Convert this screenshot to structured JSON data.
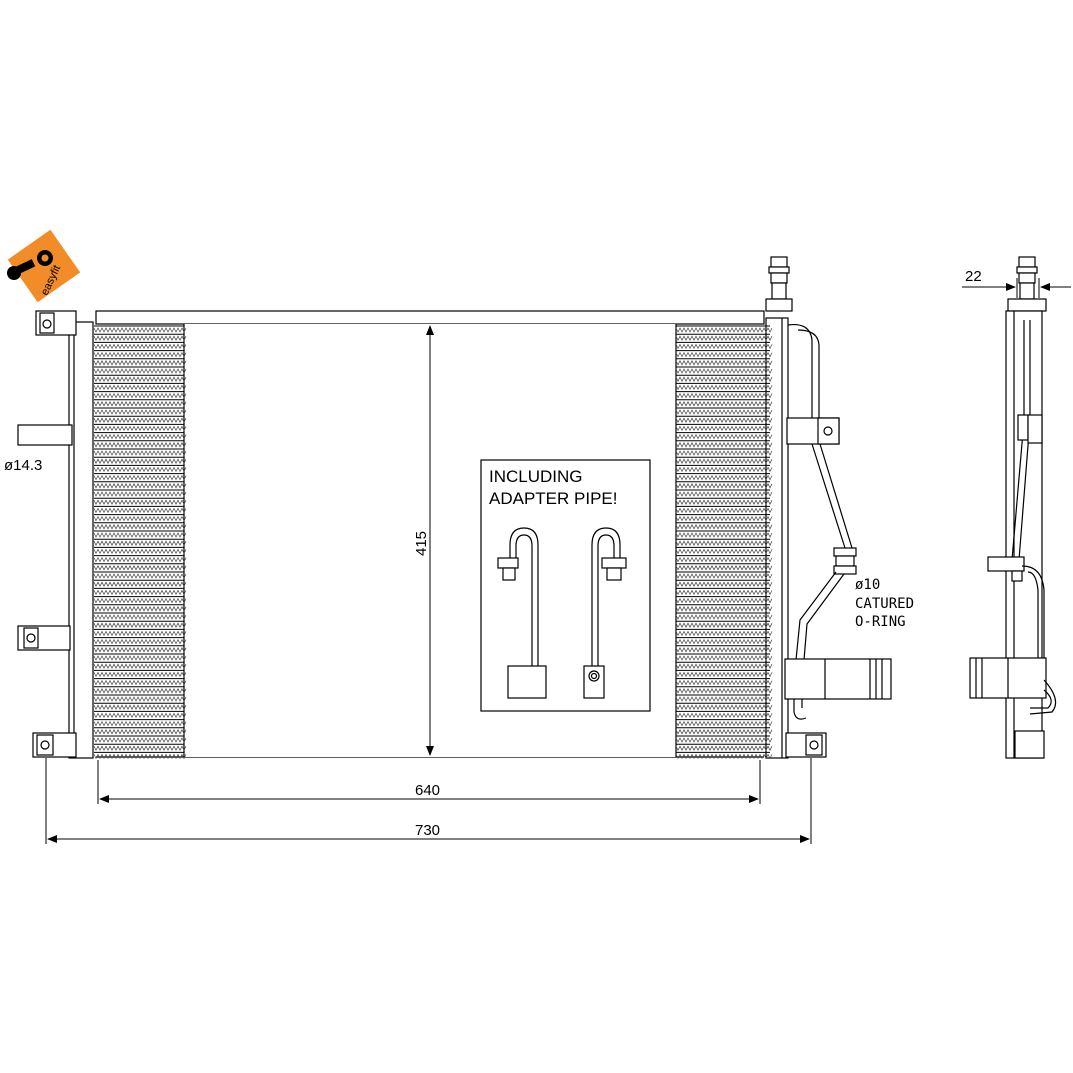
{
  "logo": {
    "text": "easyfit",
    "color": "#f28c28"
  },
  "dimensions": {
    "height": "415",
    "core_width": "640",
    "overall_width": "730",
    "side_depth": "22",
    "pipe_diameter": "ø14.3"
  },
  "note": {
    "line1": "ø10",
    "line2": "CATURED",
    "line3": "O-RING"
  },
  "callout_box": {
    "line1": "INCLUDING",
    "line2": "ADAPTER PIPE!"
  },
  "colors": {
    "line": "#000000",
    "fin": "#444444",
    "background": "#ffffff"
  }
}
